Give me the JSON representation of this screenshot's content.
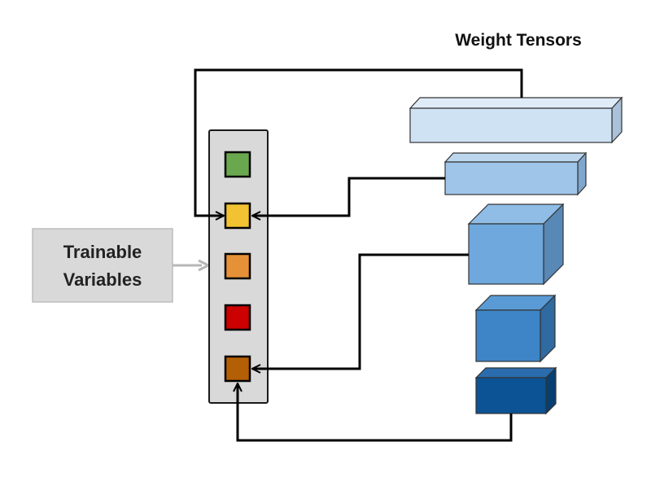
{
  "title": "Weight Tensors",
  "label": {
    "line1": "Trainable",
    "line2": "Variables"
  },
  "colors": {
    "panel_fill": "#d9d9d9",
    "label_fill": "#d9d9d9",
    "label_border": "#bdbdbd",
    "pointer_arrow": "#b7b7b7",
    "connector": "#000000",
    "variables": [
      "#6aa84f",
      "#f1c232",
      "#e69138",
      "#cc0000",
      "#b45f06"
    ],
    "tensors": [
      {
        "front": "#cfe2f3",
        "top": "#dfecf8",
        "side": "#a9c1d9"
      },
      {
        "front": "#9fc5e8",
        "top": "#bcd6ee",
        "side": "#7fa6cc"
      },
      {
        "front": "#6fa8dc",
        "top": "#8fbde6",
        "side": "#5788b6"
      },
      {
        "front": "#3d85c6",
        "top": "#5a9bd5",
        "side": "#2f6aa1"
      },
      {
        "front": "#0b5394",
        "top": "#2a6cad",
        "side": "#083f71"
      }
    ]
  }
}
